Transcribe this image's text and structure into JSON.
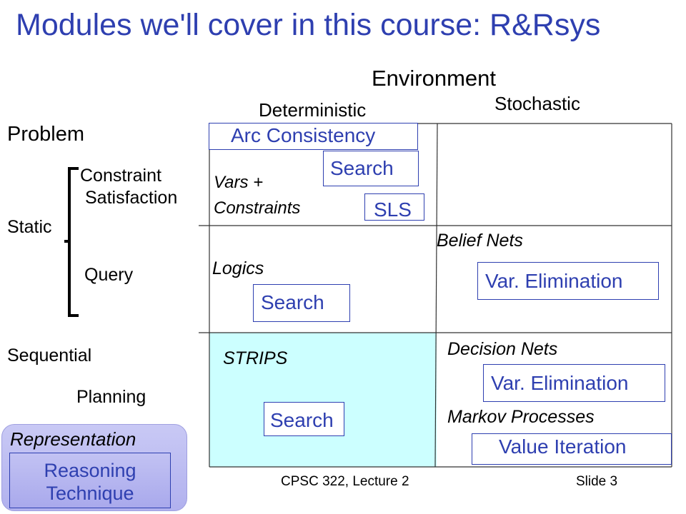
{
  "title": "Modules we'll cover in this course: R&Rsys",
  "environment": {
    "label": "Environment",
    "deterministic": "Deterministic",
    "stochastic": "Stochastic"
  },
  "problem": {
    "label": "Problem",
    "static": "Static",
    "constraint_line1": "Constraint",
    "constraint_line2": "Satisfaction",
    "query": "Query",
    "sequential": "Sequential",
    "planning": "Planning"
  },
  "representations": {
    "vars_line1": "Vars +",
    "vars_line2": "Constraints",
    "logics": "Logics",
    "strips": "STRIPS",
    "belief_nets": "Belief Nets",
    "decision_nets": "Decision Nets",
    "markov": "Markov Processes"
  },
  "techniques": {
    "arc_consistency": "Arc Consistency",
    "search_csp": "Search",
    "sls": "SLS",
    "search_logic": "Search",
    "var_elim_belief": "Var. Elimination",
    "search_strips": "Search",
    "var_elim_decision": "Var. Elimination",
    "value_iteration": "Value Iteration"
  },
  "legend": {
    "representation": "Representation",
    "reasoning_line1": "Reasoning",
    "reasoning_line2": "Technique"
  },
  "footer": {
    "course": "CPSC 322, Lecture 2",
    "slide": "Slide 3"
  },
  "colors": {
    "title": "#2e3fb0",
    "box_border": "#2e3fb0",
    "strips_cell": "#ccffff",
    "legend_fill": "#b8b8f0"
  }
}
